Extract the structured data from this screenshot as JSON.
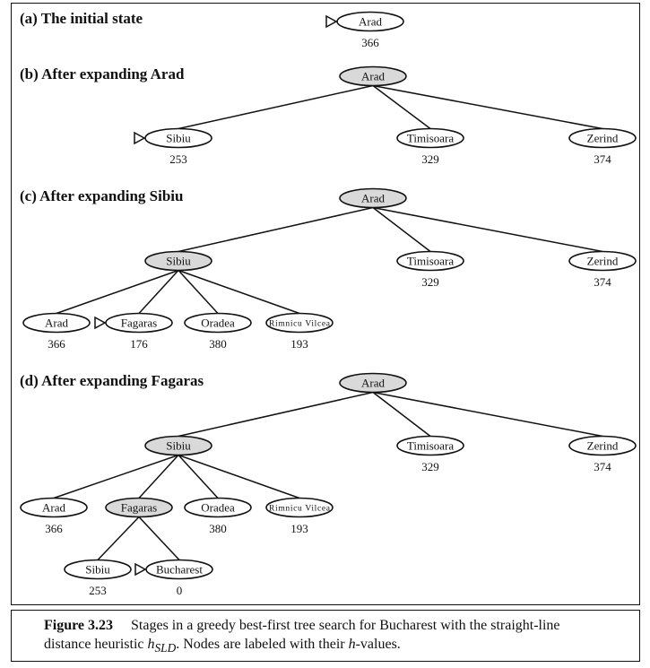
{
  "panels": [
    {
      "title": "(a) The initial state",
      "nodes": [
        {
          "id": "a0",
          "label": "Arad",
          "h": "366",
          "expanded": false,
          "marker": true
        }
      ],
      "edges": []
    },
    {
      "title": "(b) After expanding Arad",
      "nodes": [
        {
          "id": "b0",
          "label": "Arad",
          "h": "",
          "expanded": true,
          "marker": false
        },
        {
          "id": "b1",
          "label": "Sibiu",
          "h": "253",
          "expanded": false,
          "marker": true
        },
        {
          "id": "b2",
          "label": "Timisoara",
          "h": "329",
          "expanded": false,
          "marker": false
        },
        {
          "id": "b3",
          "label": "Zerind",
          "h": "374",
          "expanded": false,
          "marker": false
        }
      ],
      "edges": [
        [
          "b0",
          "b1"
        ],
        [
          "b0",
          "b2"
        ],
        [
          "b0",
          "b3"
        ]
      ]
    },
    {
      "title": "(c) After expanding Sibiu",
      "nodes": [
        {
          "id": "c0",
          "label": "Arad",
          "h": "",
          "expanded": true,
          "marker": false
        },
        {
          "id": "c1",
          "label": "Sibiu",
          "h": "",
          "expanded": true,
          "marker": false
        },
        {
          "id": "c2",
          "label": "Timisoara",
          "h": "329",
          "expanded": false,
          "marker": false
        },
        {
          "id": "c3",
          "label": "Zerind",
          "h": "374",
          "expanded": false,
          "marker": false
        },
        {
          "id": "c4",
          "label": "Arad",
          "h": "366",
          "expanded": false,
          "marker": false
        },
        {
          "id": "c5",
          "label": "Fagaras",
          "h": "176",
          "expanded": false,
          "marker": true
        },
        {
          "id": "c6",
          "label": "Oradea",
          "h": "380",
          "expanded": false,
          "marker": false
        },
        {
          "id": "c7",
          "label": "Rimnicu Vilcea",
          "h": "193",
          "expanded": false,
          "marker": false
        }
      ],
      "edges": [
        [
          "c0",
          "c1"
        ],
        [
          "c0",
          "c2"
        ],
        [
          "c0",
          "c3"
        ],
        [
          "c1",
          "c4"
        ],
        [
          "c1",
          "c5"
        ],
        [
          "c1",
          "c6"
        ],
        [
          "c1",
          "c7"
        ]
      ]
    },
    {
      "title": "(d) After expanding Fagaras",
      "nodes": [
        {
          "id": "d0",
          "label": "Arad",
          "h": "",
          "expanded": true,
          "marker": false
        },
        {
          "id": "d1",
          "label": "Sibiu",
          "h": "",
          "expanded": true,
          "marker": false
        },
        {
          "id": "d2",
          "label": "Timisoara",
          "h": "329",
          "expanded": false,
          "marker": false
        },
        {
          "id": "d3",
          "label": "Zerind",
          "h": "374",
          "expanded": false,
          "marker": false
        },
        {
          "id": "d4",
          "label": "Arad",
          "h": "366",
          "expanded": false,
          "marker": false
        },
        {
          "id": "d5",
          "label": "Fagaras",
          "h": "",
          "expanded": true,
          "marker": false
        },
        {
          "id": "d6",
          "label": "Oradea",
          "h": "380",
          "expanded": false,
          "marker": false
        },
        {
          "id": "d7",
          "label": "Rimnicu Vilcea",
          "h": "193",
          "expanded": false,
          "marker": false
        },
        {
          "id": "d8",
          "label": "Sibiu",
          "h": "253",
          "expanded": false,
          "marker": false
        },
        {
          "id": "d9",
          "label": "Bucharest",
          "h": "0",
          "expanded": false,
          "marker": true
        }
      ],
      "edges": [
        [
          "d0",
          "d1"
        ],
        [
          "d0",
          "d2"
        ],
        [
          "d0",
          "d3"
        ],
        [
          "d1",
          "d4"
        ],
        [
          "d1",
          "d5"
        ],
        [
          "d1",
          "d6"
        ],
        [
          "d1",
          "d7"
        ],
        [
          "d5",
          "d8"
        ],
        [
          "d5",
          "d9"
        ]
      ]
    }
  ],
  "caption": {
    "label": "Figure 3.23",
    "text_before": "Stages in a greedy best-first tree search for Bucharest with the straight-line distance heuristic ",
    "math_h": "h",
    "math_sub": "SLD",
    "text_middle": ". Nodes are labeled with their ",
    "math_h2": "h",
    "text_after": "-values."
  },
  "colors": {
    "expanded_fill": "#d9d9d9",
    "frontier_fill": "#ffffff",
    "stroke": "#111111"
  }
}
